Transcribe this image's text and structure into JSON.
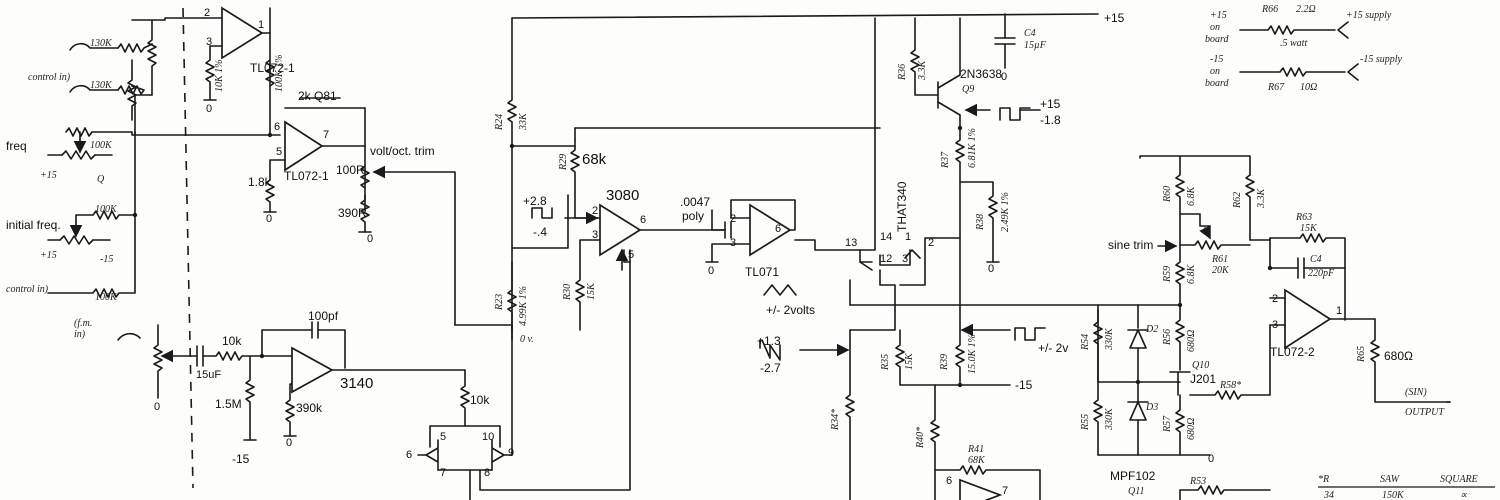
{
  "labels": {
    "freq": "freq",
    "initial_freq": "initial freq.",
    "control_in_1": "control in)",
    "control_in_2": "control in)",
    "fm_in": "(f.m.\nin)",
    "volt_oct_trim": "volt/oct. trim",
    "sine_trim": "sine trim",
    "output": "OUTPUT",
    "output_sub": "(SIN)",
    "tri_amp": "+/- 2volts",
    "sq_amp": "+/- 2v",
    "sq_top": "+15",
    "sq_bot": "-1.8",
    "in_sq_top": "+2.8",
    "in_sq_bot": "-.4",
    "saw_top": "+1.3",
    "saw_bot": "-2.7",
    "rail_plus": "+15",
    "rail_minus_1": "-15",
    "rail_minus_2": "-15",
    "zero_v": "0 v.",
    "plus15_q": "+15",
    "q_label": "Q",
    "minus15_if": "-15",
    "plus15_if": "+15"
  },
  "components": {
    "tl072_1a": "TL072-1",
    "tl072_1b": "TL072-1",
    "tl072_2": "TL072-2",
    "tl071": "TL071",
    "ic3080": "3080",
    "ic3140": "3140",
    "that340": "THAT340",
    "q9": "2N3638",
    "q9_ref": "Q9",
    "q10_ref": "Q10",
    "q10": "J201",
    "mpf102": "MPF102",
    "q11": "Q11",
    "q81": "2k Q81",
    "r_100r": "100R",
    "r_390r": "390R",
    "r_1_8k": "1.8k",
    "r_10k_a": "10k",
    "r_10k_b": "10k",
    "r_1_5m": "1.5M",
    "r_390k": "390k",
    "c_100pf": "100pf",
    "c_15uf": "15uF",
    "r_68k": "68k",
    "c_0047": ".0047",
    "c_poly": "poly",
    "r_680": "680Ω",
    "r36": "R36",
    "r36_v": "3.3K",
    "r37": "R37",
    "r37_v": "6.81K 1%",
    "r38": "R38",
    "r38_v": "2.49K 1%",
    "r24": "R24",
    "r24_v": "33K",
    "r29": "R29",
    "r23": "R23",
    "r23_v": "4.99K 1%",
    "r30": "R30",
    "r30_v": "15K",
    "r35": "R35",
    "r35_v": "15K",
    "r39": "R39",
    "r39_v": "15.0K 1%",
    "r34": "R34*",
    "r40": "R40*",
    "r41": "R41",
    "r41_v": "68K",
    "r54": "R54",
    "r54_v": "330K",
    "r55": "R55",
    "r55_v": "330K",
    "r56": "R56",
    "r56_v": "680Ω",
    "r57": "R57",
    "r57_v": "680Ω",
    "r58": "R58*",
    "r53": "R53",
    "r59": "R59",
    "r59_v": "6.8K",
    "r60": "R60",
    "r60_v": "6.8K",
    "r61": "R61",
    "r61_v": "20K",
    "r62": "R62",
    "r62_v": "3.3K",
    "r63": "R63",
    "r63_v": "15K",
    "c4": "C4",
    "c4_v": "220pF",
    "c4_top": "C4",
    "c4_top_v": "15µF",
    "d2": "D2",
    "d3": "D3",
    "r_130k_1": "130K",
    "r_130k_2": "130K",
    "r_100k_freq": "100K",
    "r_100k_if": "100K",
    "r_100k_ctl": "100K",
    "r_10k_op": "10K 1%",
    "r_100k_fb": "100K 1%",
    "r_r65": "R65"
  },
  "supply_table": {
    "plus_on": "+15",
    "plus_on2": "on",
    "plus_on3": "board",
    "r66": "R66",
    "r66_v": "2.2Ω",
    "r66_w": ".5 watt",
    "plus_supply": "+15 supply",
    "minus_on": "-15",
    "minus_on2": "on",
    "minus_on3": "board",
    "r67": "R67",
    "r67_v": "10Ω",
    "minus_supply": "-15 supply"
  },
  "notes_table": {
    "col_r": "*R",
    "col_saw": "SAW",
    "col_square": "SQUARE",
    "row_ref": "34",
    "row_saw": "150K",
    "row_sq": "∝"
  },
  "pins": {
    "p2a": "2",
    "p1a": "1",
    "p3a": "3",
    "p6b": "6",
    "p7b": "7",
    "p5b": "5",
    "p2c": "2",
    "p3c": "3",
    "p6c": "6",
    "p5c": "5",
    "p2d": "2",
    "p3d": "3",
    "p6d": "6",
    "p13": "13",
    "p14": "14",
    "p1t": "1",
    "p2t": "2",
    "p12": "12",
    "p3t": "3",
    "p5q": "5",
    "p10q": "10",
    "p6q": "6",
    "p7q": "7",
    "p8q": "8",
    "p9q": "9",
    "p2e": "2",
    "p3e": "3",
    "p1e": "1",
    "p6f": "6",
    "p7f": "7",
    "zero_1": "0",
    "zero_2": "0",
    "zero_3": "0",
    "zero_4": "0",
    "zero_5": "0",
    "zero_6": "0",
    "zero_7": "0",
    "zero_8": "0",
    "zero_9": "0"
  }
}
